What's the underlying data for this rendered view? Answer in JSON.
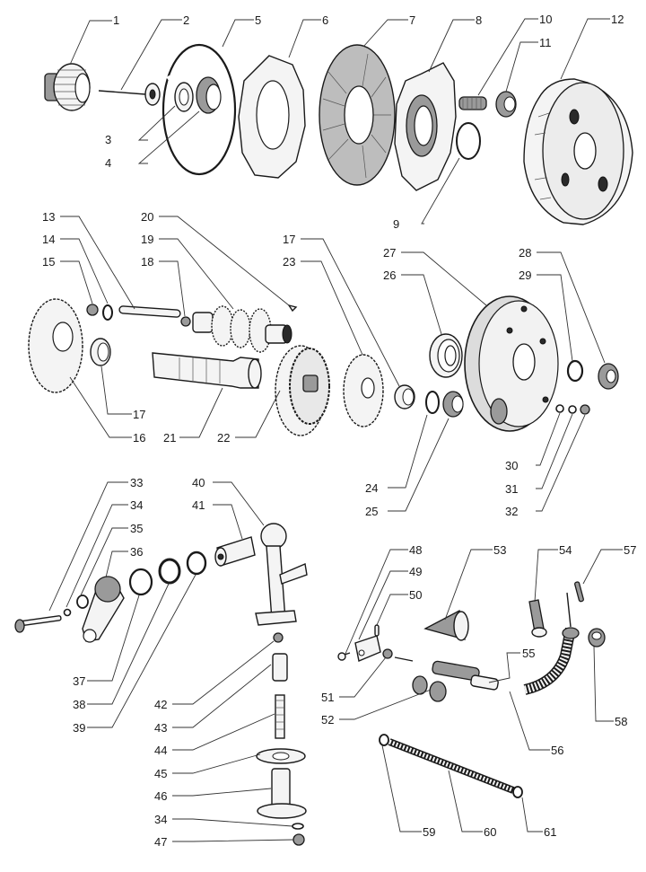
{
  "diagram": {
    "type": "exploded-parts-diagram",
    "subject": "motorcycle clutch and gearbox assembly",
    "callouts": [
      {
        "id": "c1",
        "label": "1",
        "part": "clutch-gear-pinion"
      },
      {
        "id": "c2",
        "label": "2",
        "part": "clutch-pushrod"
      },
      {
        "id": "c3",
        "label": "3",
        "part": "thrust-bearing"
      },
      {
        "id": "c4",
        "label": "4",
        "part": "bearing-cup"
      },
      {
        "id": "c5",
        "label": "5",
        "part": "wire-circlip"
      },
      {
        "id": "c6",
        "label": "6",
        "part": "clutch-steel-plate"
      },
      {
        "id": "c7",
        "label": "7",
        "part": "clutch-friction-plate"
      },
      {
        "id": "c8",
        "label": "8",
        "part": "clutch-pressure-plate"
      },
      {
        "id": "c9",
        "label": "9",
        "part": "circlip"
      },
      {
        "id": "c10",
        "label": "10",
        "part": "clutch-spring"
      },
      {
        "id": "c11",
        "label": "11",
        "part": "spring-cup"
      },
      {
        "id": "c12",
        "label": "12",
        "part": "clutch-drum"
      },
      {
        "id": "c13",
        "label": "13",
        "part": "shaft-pin"
      },
      {
        "id": "c14",
        "label": "14",
        "part": "washer"
      },
      {
        "id": "c15",
        "label": "15",
        "part": "nut"
      },
      {
        "id": "c16",
        "label": "16",
        "part": "primary-gear"
      },
      {
        "id": "c17a",
        "label": "17",
        "part": "needle-bearing"
      },
      {
        "id": "c17b",
        "label": "17",
        "part": "needle-bearing"
      },
      {
        "id": "c18",
        "label": "18",
        "part": "steel-ball"
      },
      {
        "id": "c19",
        "label": "19",
        "part": "layshaft-cluster"
      },
      {
        "id": "c20",
        "label": "20",
        "part": "key"
      },
      {
        "id": "c21",
        "label": "21",
        "part": "mainshaft"
      },
      {
        "id": "c22",
        "label": "22",
        "part": "double-gear"
      },
      {
        "id": "c23",
        "label": "23",
        "part": "gear"
      },
      {
        "id": "c24",
        "label": "24",
        "part": "shim-washer"
      },
      {
        "id": "c25",
        "label": "25",
        "part": "bush"
      },
      {
        "id": "c26",
        "label": "26",
        "part": "ball-bearing"
      },
      {
        "id": "c27",
        "label": "27",
        "part": "bearing-carrier"
      },
      {
        "id": "c28",
        "label": "28",
        "part": "nut"
      },
      {
        "id": "c29",
        "label": "29",
        "part": "lock-washer"
      },
      {
        "id": "c30",
        "label": "30",
        "part": "washer"
      },
      {
        "id": "c31",
        "label": "31",
        "part": "spring-washer"
      },
      {
        "id": "c32",
        "label": "32",
        "part": "nut"
      },
      {
        "id": "c33",
        "label": "33",
        "part": "bolt"
      },
      {
        "id": "c34a",
        "label": "34",
        "part": "washer"
      },
      {
        "id": "c34b",
        "label": "34",
        "part": "washer"
      },
      {
        "id": "c35",
        "label": "35",
        "part": "circlip"
      },
      {
        "id": "c36",
        "label": "36",
        "part": "kickstart-crank"
      },
      {
        "id": "c37",
        "label": "37",
        "part": "circlip"
      },
      {
        "id": "c38",
        "label": "38",
        "part": "washer"
      },
      {
        "id": "c39",
        "label": "39",
        "part": "shim"
      },
      {
        "id": "c40",
        "label": "40",
        "part": "selector-lever"
      },
      {
        "id": "c41",
        "label": "41",
        "part": "splined-sleeve"
      },
      {
        "id": "c42",
        "label": "42",
        "part": "ball"
      },
      {
        "id": "c43",
        "label": "43",
        "part": "plunger"
      },
      {
        "id": "c44",
        "label": "44",
        "part": "spring"
      },
      {
        "id": "c45",
        "label": "45",
        "part": "gasket"
      },
      {
        "id": "c46",
        "label": "46",
        "part": "plunger-housing"
      },
      {
        "id": "c47",
        "label": "47",
        "part": "nut"
      },
      {
        "id": "c48",
        "label": "48",
        "part": "screw"
      },
      {
        "id": "c49",
        "label": "49",
        "part": "cable-clevis"
      },
      {
        "id": "c50",
        "label": "50",
        "part": "pin"
      },
      {
        "id": "c51",
        "label": "51",
        "part": "nut"
      },
      {
        "id": "c52",
        "label": "52",
        "part": "nuts"
      },
      {
        "id": "c53",
        "label": "53",
        "part": "rubber-boot"
      },
      {
        "id": "c54",
        "label": "54",
        "part": "rubber-grommet"
      },
      {
        "id": "c55",
        "label": "55",
        "part": "cable-assembly"
      },
      {
        "id": "c56",
        "label": "56",
        "part": "cable-adjuster"
      },
      {
        "id": "c57",
        "label": "57",
        "part": "pin"
      },
      {
        "id": "c58",
        "label": "58",
        "part": "nut"
      },
      {
        "id": "c59",
        "label": "59",
        "part": "washer"
      },
      {
        "id": "c60",
        "label": "60",
        "part": "return-spring"
      },
      {
        "id": "c61",
        "label": "61",
        "part": "washer"
      }
    ]
  }
}
